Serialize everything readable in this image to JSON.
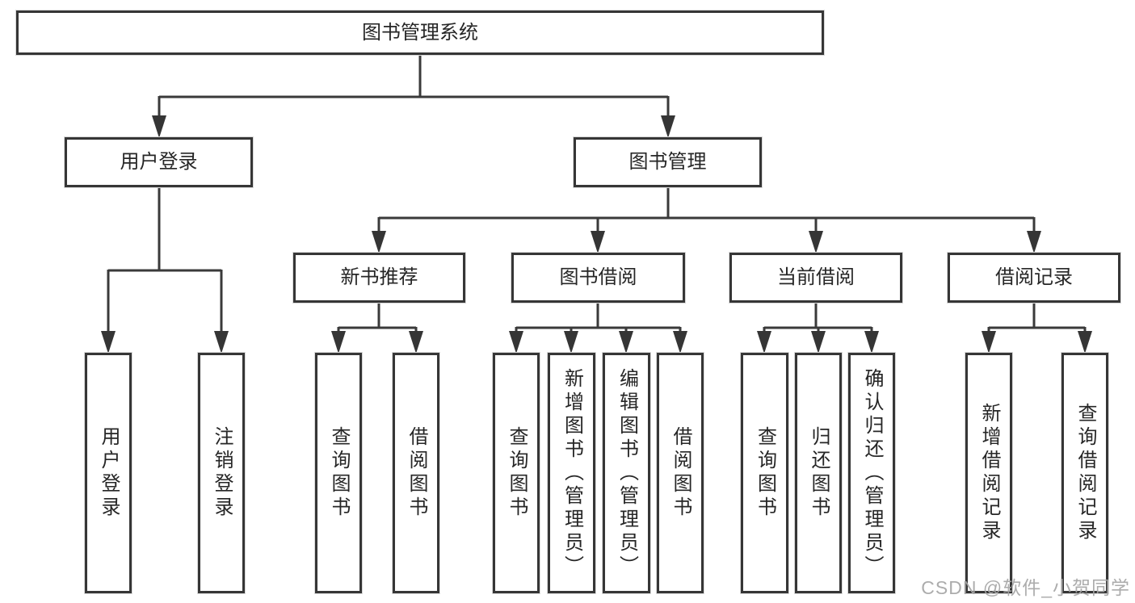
{
  "diagram": {
    "root": "图书管理系统",
    "children": [
      {
        "label": "用户登录",
        "children": [
          "用户登录",
          "注销登录"
        ]
      },
      {
        "label": "图书管理",
        "children": [
          {
            "label": "新书推荐",
            "children": [
              "查询图书",
              "借阅图书"
            ]
          },
          {
            "label": "图书借阅",
            "children": [
              "查询图书",
              "新增图书（管理员）",
              "编辑图书（管理员）",
              "借阅图书"
            ]
          },
          {
            "label": "当前借阅",
            "children": [
              "查询图书",
              "归还图书",
              "确认归还（管理员）"
            ]
          },
          {
            "label": "借阅记录",
            "children": [
              "新增借阅记录",
              "查询借阅记录"
            ]
          }
        ]
      }
    ]
  },
  "watermark": "CSDN @软件_小贺同学",
  "colors": {
    "line": "#3a3a3a",
    "box_border": "#363636",
    "box_fill": "#ffffff",
    "text": "#262626",
    "watermark": "#a6a6a6",
    "background": "#ffffff"
  }
}
